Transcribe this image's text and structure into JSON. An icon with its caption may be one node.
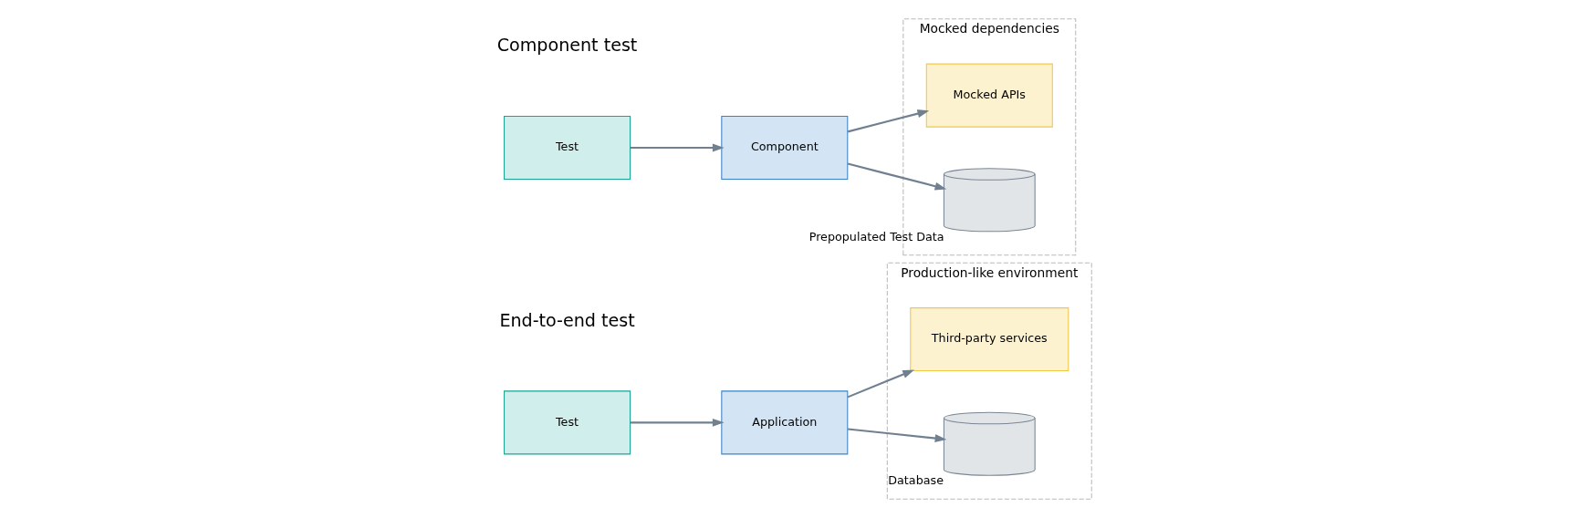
{
  "diagram": {
    "nodes": [
      {
        "text": [
          "Production-like environment"
        ]
      },
      {
        "text": [
          "Test"
        ]
      },
      {
        "text": [
          "Application"
        ]
      },
      {
        "text": [
          "Third-party services"
        ],
        "in": 0
      },
      {
        "text": [],
        "shape": "cylinder",
        "beside": [
          "Database"
        ],
        "in": 0
      },
      {
        "text": [
          "Mocked dependencies"
        ]
      },
      {
        "text": [
          "Test"
        ]
      },
      {
        "text": [
          "Component"
        ]
      },
      {
        "text": [
          "Mocked APIs"
        ],
        "in": 5
      },
      {
        "text": [],
        "shape": "cylinder",
        "beside": [
          "Prepopulated Test Data"
        ],
        "in": 5
      }
    ],
    "edges": [
      {
        "from": 1,
        "to": 2,
        "arrow": "to"
      },
      {
        "from": 2,
        "to": 3,
        "arrow": "to"
      },
      {
        "from": 2,
        "to": 4,
        "arrow": "to"
      },
      {
        "from": 6,
        "to": 7,
        "arrow": "to"
      },
      {
        "from": 7,
        "to": 8,
        "arrow": "to"
      },
      {
        "from": 7,
        "to": 9,
        "arrow": "to"
      }
    ],
    "labels": [
      "End-to-end test",
      "Component test"
    ]
  }
}
